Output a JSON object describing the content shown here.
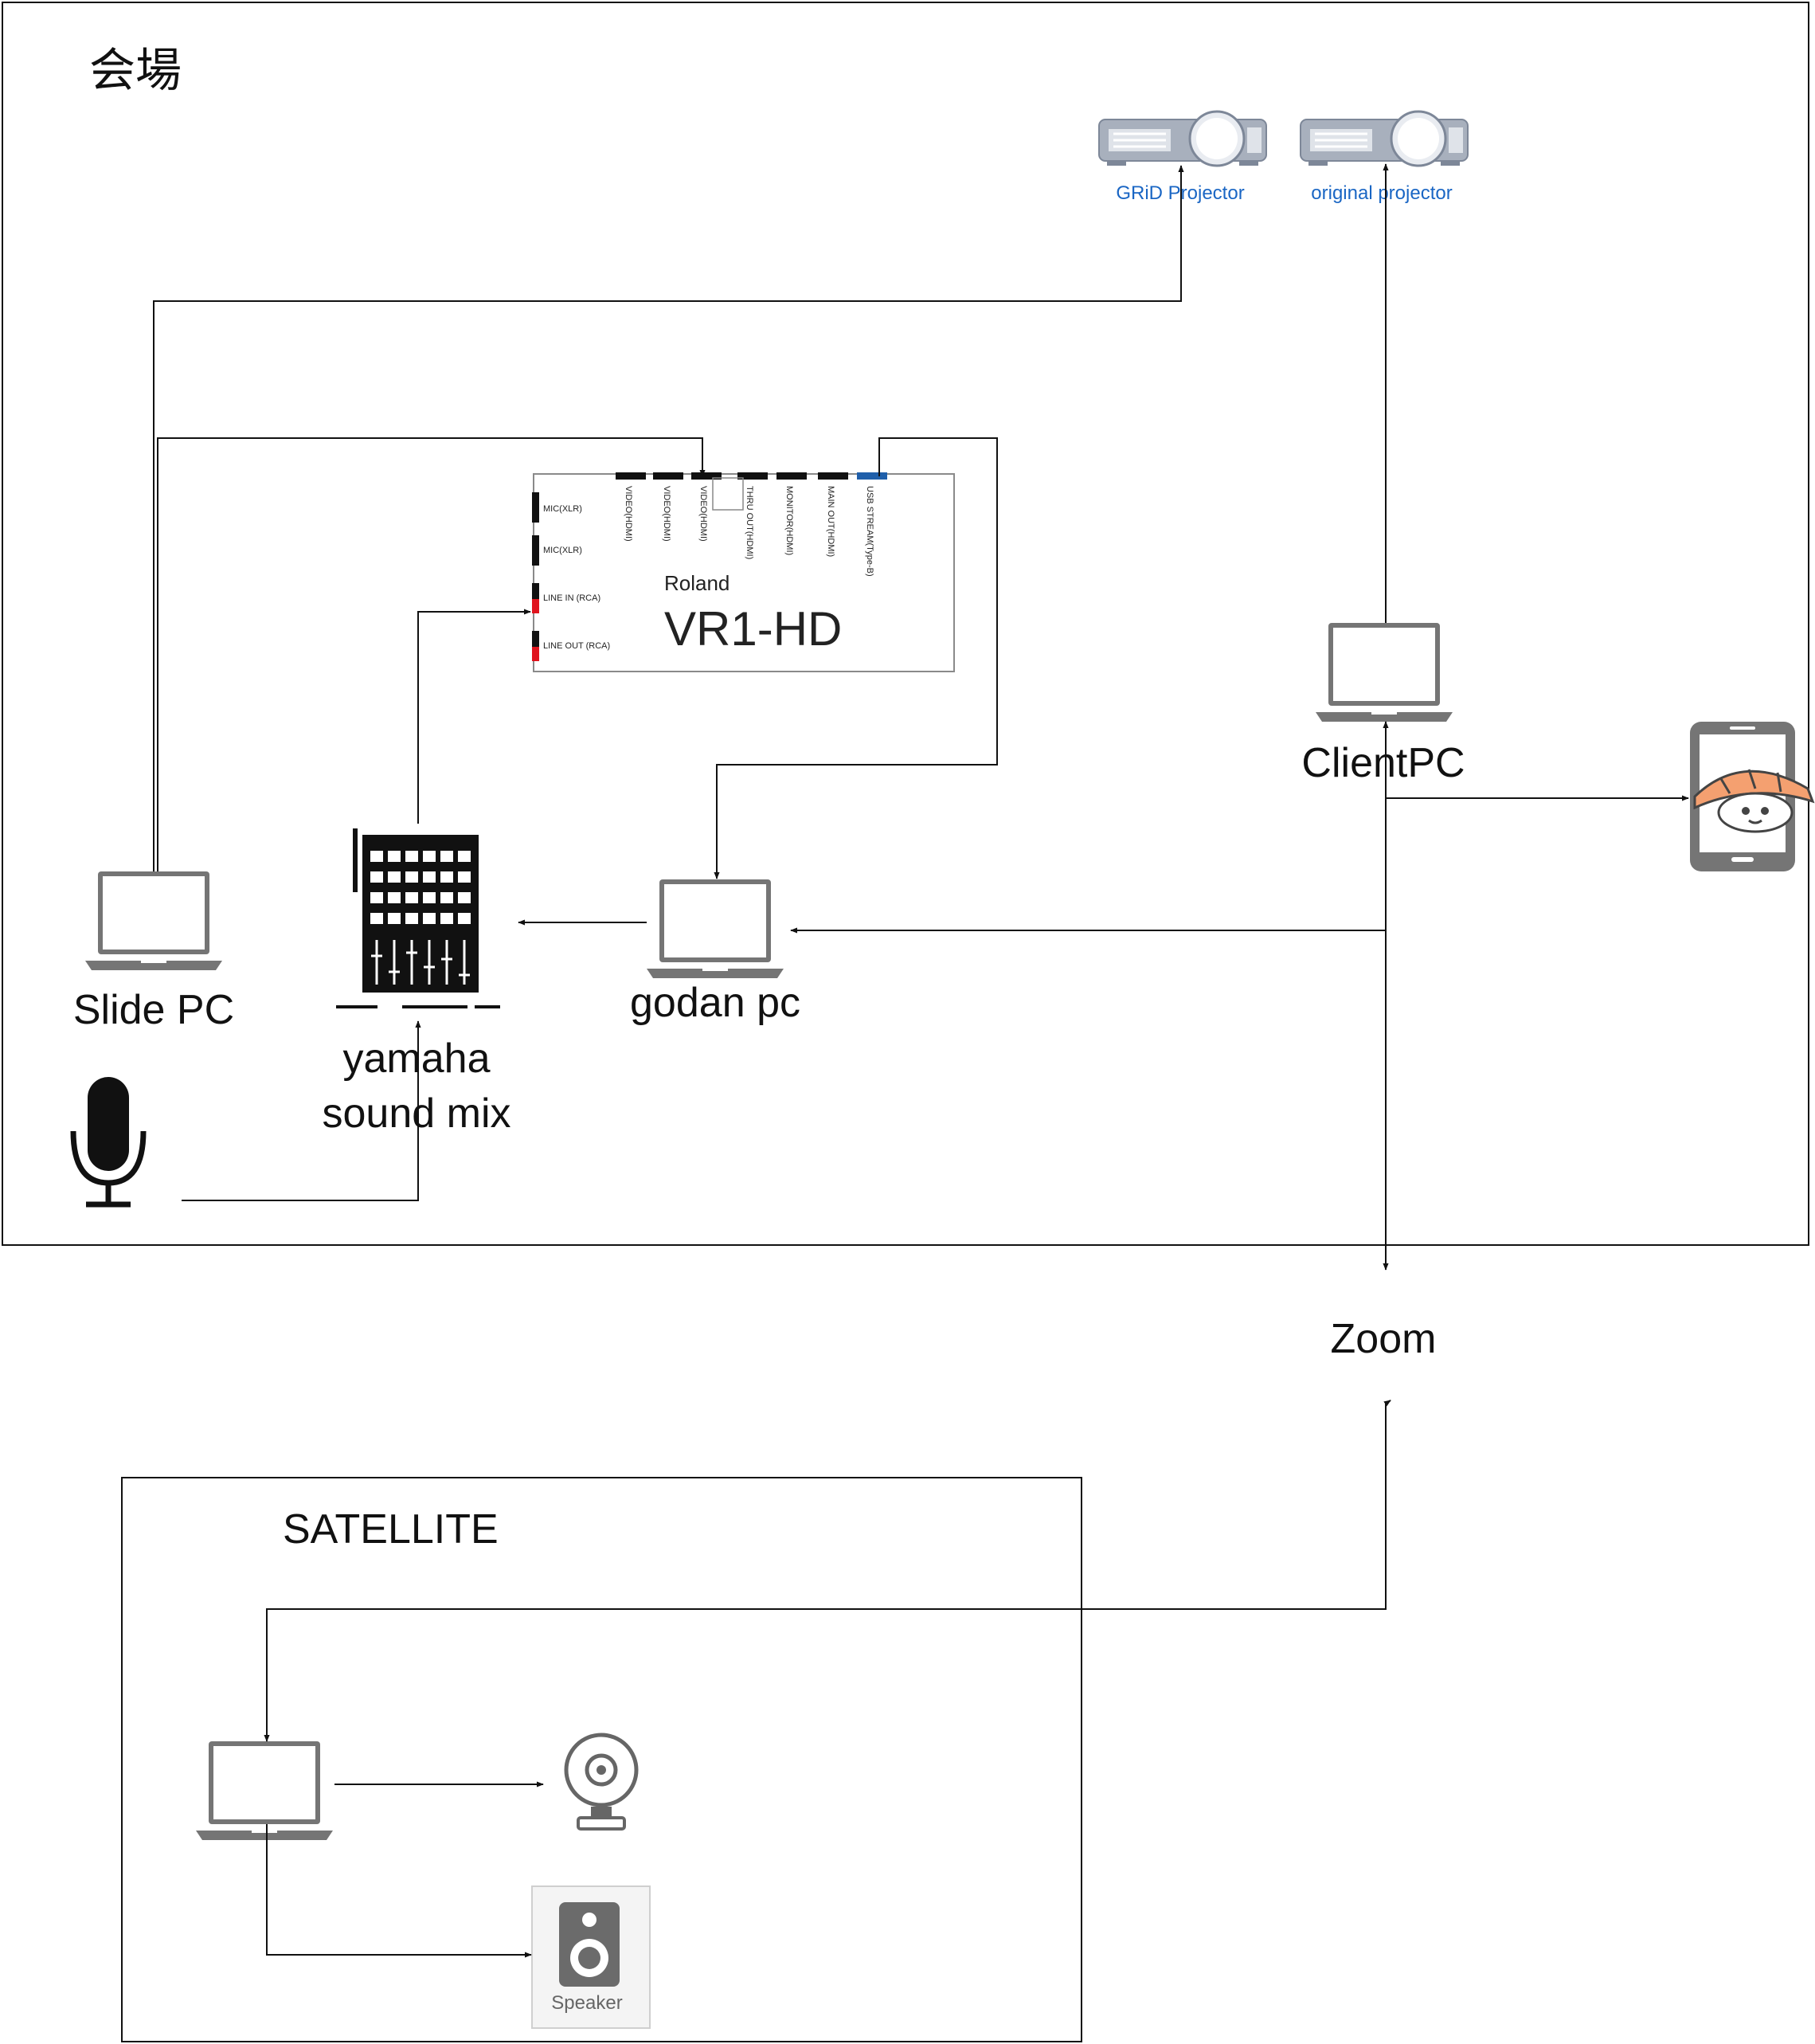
{
  "venue": {
    "title": "会場"
  },
  "projectors": {
    "grid_label": "GRiD Projector",
    "original_label": "original projector"
  },
  "mixer_device": {
    "brand": "Roland",
    "model": "VR1-HD",
    "inputs": [
      "MIC(XLR)",
      "MIC(XLR)",
      "LINE IN (RCA)",
      "LINE OUT (RCA)"
    ],
    "outputs": [
      "VIDEO(HDMI)",
      "VIDEO(HDMI)",
      "VIDEO(HDMI)",
      "THRU OUT(HDMI)",
      "MONITOR(HDMI)",
      "MAIN OUT(HDMI)",
      "USB STREAM(Type-B)"
    ]
  },
  "devices": {
    "client_pc": "ClientPC",
    "slide_pc": "Slide PC",
    "godan_pc": "godan pc",
    "yamaha_line1": "yamaha",
    "yamaha_line2": "sound mix"
  },
  "zoom": {
    "label": "Zoom"
  },
  "satellite": {
    "title": "SATELLITE",
    "speaker_label": "Speaker"
  },
  "colors": {
    "projector_blue": "#1a66c4",
    "sushi_orange": "#f4a070",
    "port_red": "#e0141e",
    "port_blue": "#1f5faa"
  }
}
